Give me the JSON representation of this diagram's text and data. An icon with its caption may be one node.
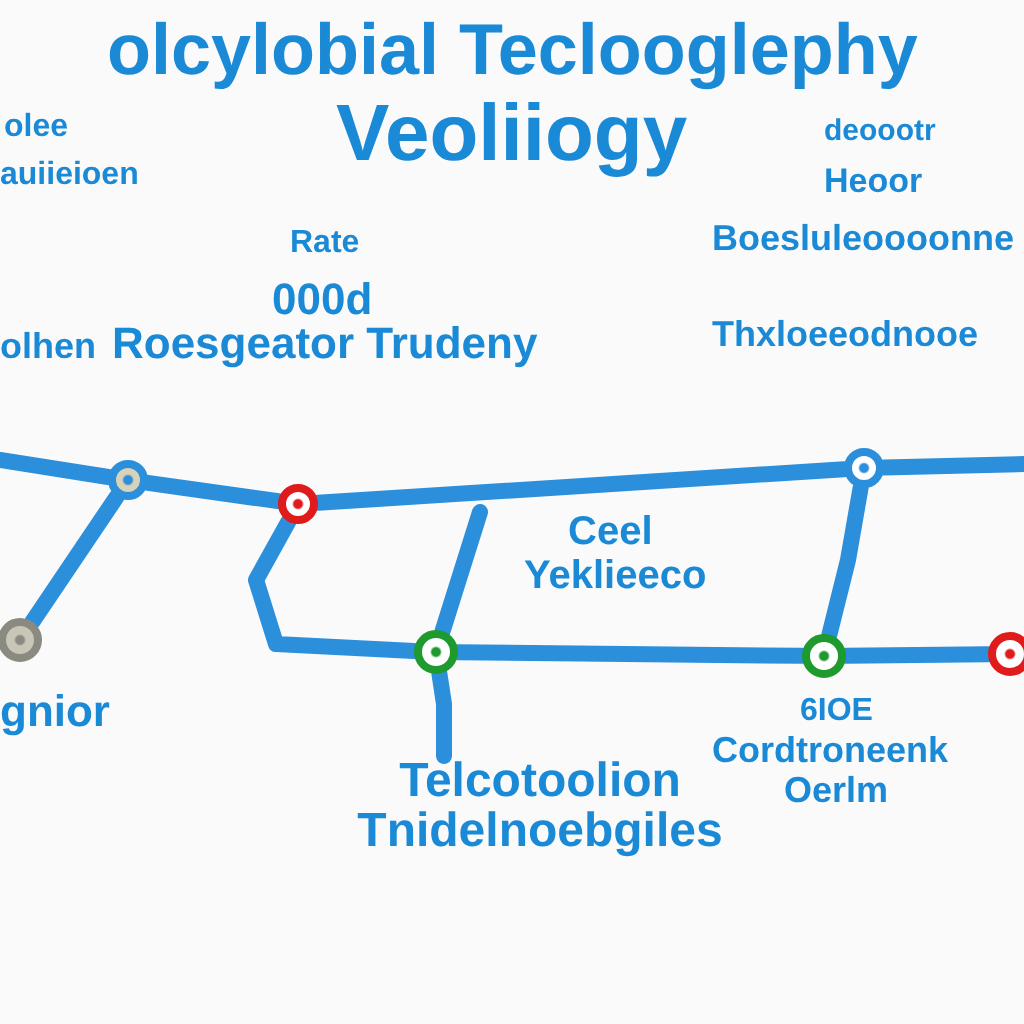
{
  "diagram": {
    "title": "olcylobial Teclooglephy",
    "nodes": [
      {
        "text": [],
        "shape": "circle"
      },
      {
        "text": [],
        "shape": "circle"
      },
      {
        "text": [],
        "shape": "circle"
      },
      {
        "text": [],
        "shape": "circle"
      },
      {
        "text": [],
        "shape": "circle"
      },
      {
        "text": [],
        "shape": "circle"
      },
      {
        "text": [],
        "shape": "circle"
      },
      {
        "text": [
          "Telcotoolion Tnidelnoebgiles"
        ]
      }
    ],
    "edges": [
      {
        "from": null,
        "to": 1,
        "arrow": "none"
      },
      {
        "from": 1,
        "to": 2,
        "arrow": "none"
      },
      {
        "from": 2,
        "to": 3,
        "arrow": "none"
      },
      {
        "from": 3,
        "to": null,
        "arrow": "none"
      },
      {
        "from": 1,
        "to": 0,
        "arrow": "none"
      },
      {
        "from": 2,
        "to": 4,
        "arrow": "none"
      },
      {
        "from": null,
        "to": 4,
        "arrow": "none"
      },
      {
        "from": 4,
        "to": 5,
        "arrow": "none"
      },
      {
        "from": 5,
        "to": 6,
        "arrow": "none"
      },
      {
        "from": 5,
        "to": 3,
        "arrow": "none"
      },
      {
        "from": 4,
        "to": 7,
        "arrow": "none"
      }
    ],
    "labels": [
      "Veoliiogy",
      "olee",
      "auiieioen",
      "Rate",
      "000d",
      "Roesgeator Trudeny",
      "olhen",
      "deoootr",
      "Heoor",
      "Boesluleoooonne",
      "Thxloeeodnooe",
      "Ceel",
      "Yeklieeco",
      "gnior",
      "6IOE",
      "Cordtroneenk",
      "Oerlm"
    ]
  }
}
